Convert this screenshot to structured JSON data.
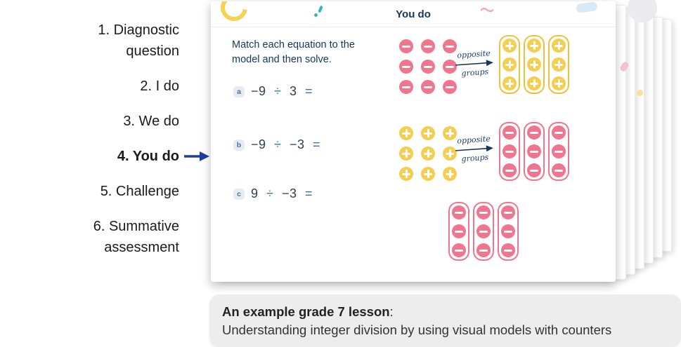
{
  "steps": [
    {
      "text": "1. Diagnostic question"
    },
    {
      "text": "2. I do"
    },
    {
      "text": "3. We do"
    },
    {
      "text": "4. You do"
    },
    {
      "text": "5. Challenge"
    },
    {
      "text": "6. Summative assessment"
    }
  ],
  "slide": {
    "title": "You do",
    "instruction": "Match each equation to the model and then solve.",
    "problems": [
      {
        "letter": "a",
        "n1": "−9",
        "op": "÷",
        "n2": "3",
        "eq": "="
      },
      {
        "letter": "b",
        "n1": "−9",
        "op": "÷",
        "n2": "−3",
        "eq": "="
      },
      {
        "letter": "c",
        "n1": "9",
        "op": "÷",
        "n2": "−3",
        "eq": "="
      }
    ],
    "models": [
      {
        "source": {
          "counter": "minus",
          "rows": 3,
          "cols": 3
        },
        "label_top": "opposite",
        "label_bottom": "groups",
        "result": {
          "counter": "plus",
          "groups": 3,
          "per_group": 3
        }
      },
      {
        "source": {
          "counter": "plus",
          "rows": 3,
          "cols": 3
        },
        "label_top": "opposite",
        "label_bottom": "groups",
        "result": {
          "counter": "minus",
          "groups": 3,
          "per_group": 3
        }
      },
      {
        "source": null,
        "result": {
          "counter": "minus",
          "groups": 3,
          "per_group": 3
        }
      }
    ]
  },
  "caption": {
    "heading": "An example grade 7 lesson",
    "heading_suffix": ":",
    "body": "Understanding integer division by using visual models with counters"
  },
  "colors": {
    "navy": "#16365c",
    "minus_counter": "#f0758f",
    "plus_counter": "#f5cd4f",
    "group_border_yellow": "#eac23e",
    "group_border_pink": "#f0758f",
    "arrow_blue": "#1e3ca8",
    "caption_bg": "#ededed"
  }
}
